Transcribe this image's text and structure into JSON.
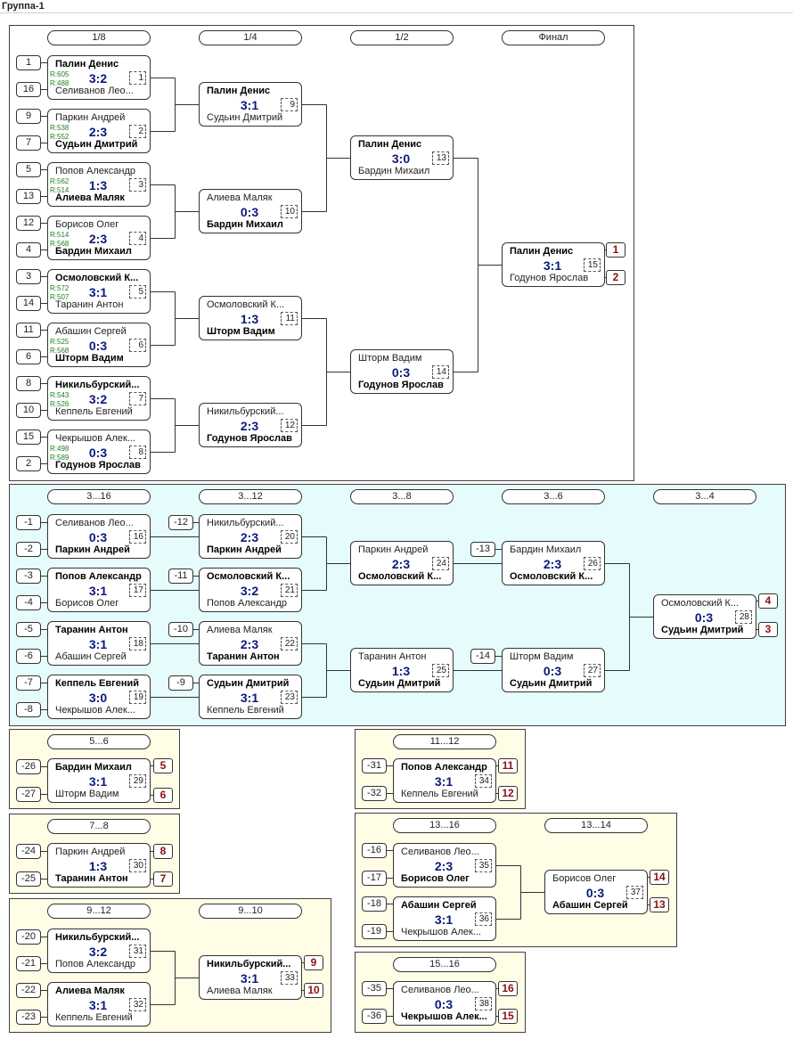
{
  "page": {
    "title": "Группа-1"
  },
  "panels": [
    {
      "id": "main",
      "style": "white",
      "rounds": [
        "1/8",
        "1/4",
        "1/2",
        "Финал"
      ],
      "seeds": [
        "1",
        "16",
        "9",
        "7",
        "5",
        "13",
        "12",
        "4",
        "3",
        "14",
        "11",
        "6",
        "8",
        "10",
        "15",
        "2"
      ],
      "places": [
        "1",
        "2"
      ]
    },
    {
      "id": "placings-3-16",
      "style": "blue",
      "rounds": [
        "3...16",
        "3...12",
        "3...8",
        "3...6",
        "3...4"
      ],
      "seeds": [
        "-1",
        "-2",
        "-3",
        "-4",
        "-5",
        "-6",
        "-7",
        "-8",
        "-12",
        "-11",
        "-10",
        "-9",
        "-13",
        "-14"
      ],
      "places": [
        "4",
        "3"
      ]
    },
    {
      "id": "placings-5-6",
      "style": "yellow",
      "rounds": [
        "5...6"
      ],
      "seeds": [
        "-26",
        "-27"
      ],
      "places": [
        "5",
        "6"
      ]
    },
    {
      "id": "placings-11-12",
      "style": "yellow",
      "rounds": [
        "11...12"
      ],
      "seeds": [
        "-31",
        "-32"
      ],
      "places": [
        "11",
        "12"
      ]
    },
    {
      "id": "placings-7-8",
      "style": "yellow",
      "rounds": [
        "7...8"
      ],
      "seeds": [
        "-24",
        "-25"
      ],
      "places": [
        "8",
        "7"
      ]
    },
    {
      "id": "placings-13-16",
      "style": "yellow",
      "rounds": [
        "13...16",
        "13...14"
      ],
      "seeds": [
        "-16",
        "-17",
        "-18",
        "-19"
      ],
      "places": [
        "14",
        "13"
      ]
    },
    {
      "id": "placings-9-12",
      "style": "yellow",
      "rounds": [
        "9...12",
        "9...10"
      ],
      "seeds": [
        "-20",
        "-21",
        "-22",
        "-23"
      ],
      "places": [
        "9",
        "10"
      ]
    },
    {
      "id": "placings-15-16",
      "style": "yellow",
      "rounds": [
        "15...16"
      ],
      "seeds": [
        "-35",
        "-36"
      ],
      "places": [
        "16",
        "15"
      ]
    }
  ],
  "matches": [
    {
      "num": "1",
      "p1": "Палин Денис",
      "p2": "Селиванов Лео...",
      "score": "3:2",
      "winner": 1,
      "r1": "R:605",
      "r2": "R:488"
    },
    {
      "num": "2",
      "p1": "Паркин Андрей",
      "p2": "Судьин Дмитрий",
      "score": "2:3",
      "winner": 2,
      "r1": "R:538",
      "r2": "R:552"
    },
    {
      "num": "3",
      "p1": "Попов Александр",
      "p2": "Алиева Маляк",
      "score": "1:3",
      "winner": 2,
      "r1": "R:562",
      "r2": "R:514"
    },
    {
      "num": "4",
      "p1": "Борисов Олег",
      "p2": "Бардин Михаил",
      "score": "2:3",
      "winner": 2,
      "r1": "R:514",
      "r2": "R:568"
    },
    {
      "num": "5",
      "p1": "Осмоловский К...",
      "p2": "Таранин Антон",
      "score": "3:1",
      "winner": 1,
      "r1": "R:572",
      "r2": "R:507"
    },
    {
      "num": "6",
      "p1": "Абашин Сергей",
      "p2": "Шторм Вадим",
      "score": "0:3",
      "winner": 2,
      "r1": "R:525",
      "r2": "R:568"
    },
    {
      "num": "7",
      "p1": "Никильбурский...",
      "p2": "Кеппель Евгений",
      "score": "3:2",
      "winner": 1,
      "r1": "R:543",
      "r2": "R:526"
    },
    {
      "num": "8",
      "p1": "Чекрышов Алек...",
      "p2": "Годунов Ярослав",
      "score": "0:3",
      "winner": 2,
      "r1": "R:498",
      "r2": "R:589"
    },
    {
      "num": "9",
      "p1": "Палин Денис",
      "p2": "Судьин Дмитрий",
      "score": "3:1",
      "winner": 1
    },
    {
      "num": "10",
      "p1": "Алиева Маляк",
      "p2": "Бардин Михаил",
      "score": "0:3",
      "winner": 2
    },
    {
      "num": "11",
      "p1": "Осмоловский К...",
      "p2": "Шторм Вадим",
      "score": "1:3",
      "winner": 2
    },
    {
      "num": "12",
      "p1": "Никильбурский...",
      "p2": "Годунов Ярослав",
      "score": "2:3",
      "winner": 2
    },
    {
      "num": "13",
      "p1": "Палин Денис",
      "p2": "Бардин Михаил",
      "score": "3:0",
      "winner": 1
    },
    {
      "num": "14",
      "p1": "Шторм Вадим",
      "p2": "Годунов Ярослав",
      "score": "0:3",
      "winner": 2
    },
    {
      "num": "15",
      "p1": "Палин Денис",
      "p2": "Годунов Ярослав",
      "score": "3:1",
      "winner": 1
    },
    {
      "num": "16",
      "p1": "Селиванов Лео...",
      "p2": "Паркин Андрей",
      "score": "0:3",
      "winner": 2
    },
    {
      "num": "17",
      "p1": "Попов Александр",
      "p2": "Борисов Олег",
      "score": "3:1",
      "winner": 1
    },
    {
      "num": "18",
      "p1": "Таранин Антон",
      "p2": "Абашин Сергей",
      "score": "3:1",
      "winner": 1
    },
    {
      "num": "19",
      "p1": "Кеппель Евгений",
      "p2": "Чекрышов Алек...",
      "score": "3:0",
      "winner": 1
    },
    {
      "num": "20",
      "p1": "Никильбурский...",
      "p2": "Паркин Андрей",
      "score": "2:3",
      "winner": 2
    },
    {
      "num": "21",
      "p1": "Осмоловский К...",
      "p2": "Попов Александр",
      "score": "3:2",
      "winner": 1
    },
    {
      "num": "22",
      "p1": "Алиева Маляк",
      "p2": "Таранин Антон",
      "score": "2:3",
      "winner": 2
    },
    {
      "num": "23",
      "p1": "Судьин Дмитрий",
      "p2": "Кеппель Евгений",
      "score": "3:1",
      "winner": 1
    },
    {
      "num": "24",
      "p1": "Паркин Андрей",
      "p2": "Осмоловский К...",
      "score": "2:3",
      "winner": 2
    },
    {
      "num": "25",
      "p1": "Таранин Антон",
      "p2": "Судьин Дмитрий",
      "score": "1:3",
      "winner": 2
    },
    {
      "num": "26",
      "p1": "Бардин Михаил",
      "p2": "Осмоловский К...",
      "score": "2:3",
      "winner": 2
    },
    {
      "num": "27",
      "p1": "Шторм Вадим",
      "p2": "Судьин Дмитрий",
      "score": "0:3",
      "winner": 2
    },
    {
      "num": "28",
      "p1": "Осмоловский К...",
      "p2": "Судьин Дмитрий",
      "score": "0:3",
      "winner": 2
    },
    {
      "num": "29",
      "p1": "Бардин Михаил",
      "p2": "Шторм Вадим",
      "score": "3:1",
      "winner": 1
    },
    {
      "num": "30",
      "p1": "Паркин Андрей",
      "p2": "Таранин Антон",
      "score": "1:3",
      "winner": 2
    },
    {
      "num": "31",
      "p1": "Никильбурский...",
      "p2": "Попов Александр",
      "score": "3:2",
      "winner": 1
    },
    {
      "num": "32",
      "p1": "Алиева Маляк",
      "p2": "Кеппель Евгений",
      "score": "3:1",
      "winner": 1
    },
    {
      "num": "33",
      "p1": "Никильбурский...",
      "p2": "Алиева Маляк",
      "score": "3:1",
      "winner": 1
    },
    {
      "num": "34",
      "p1": "Попов Александр",
      "p2": "Кеппель Евгений",
      "score": "3:1",
      "winner": 1
    },
    {
      "num": "35",
      "p1": "Селиванов Лео...",
      "p2": "Борисов Олег",
      "score": "2:3",
      "winner": 2
    },
    {
      "num": "36",
      "p1": "Абашин Сергей",
      "p2": "Чекрышов Алек...",
      "score": "3:1",
      "winner": 1
    },
    {
      "num": "37",
      "p1": "Борисов Олег",
      "p2": "Абашин Сергей",
      "score": "0:3",
      "winner": 2
    },
    {
      "num": "38",
      "p1": "Селиванов Лео...",
      "p2": "Чекрышов Алек...",
      "score": "0:3",
      "winner": 2
    }
  ]
}
